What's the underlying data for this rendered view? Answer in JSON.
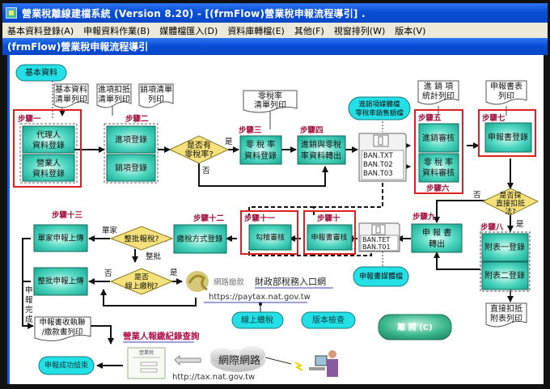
{
  "window": {
    "title": "營業稅離線建檔系統 (Version 8.20) - [(frmFlow)營業稅申報流程導引]  .",
    "icon": "app-icon"
  },
  "menubar": {
    "items": [
      {
        "label": "基本資料登錄(A)"
      },
      {
        "label": "申報資料作業(B)"
      },
      {
        "label": "媒體檔匯入(D)"
      },
      {
        "label": "資料庫轉檔(E)"
      },
      {
        "label": "其他(F)"
      },
      {
        "label": "視窗排列(W)"
      },
      {
        "label": "版本(V)"
      }
    ]
  },
  "child_window": {
    "title": "(frmFlow)營業稅申報流程導引"
  },
  "flow": {
    "start_basic": "基本資料",
    "print_basic_1": "基本資料",
    "print_basic_2": "清單列印",
    "print_purchase_1": "進項扣抵",
    "print_purchase_2": "清單列印",
    "print_sales_1": "銷項清單",
    "print_sales_2": "列印",
    "step1": "步驟一",
    "agent_1": "代理人",
    "agent_2": "資料登錄",
    "business_1": "營業人",
    "business_2": "資料登錄",
    "step2": "步驟二",
    "purchase_entry": "進項登錄",
    "sales_entry": "銷項登錄",
    "zero_q_1": "是否有",
    "zero_q_2": "零稅率?",
    "yes": "是",
    "no": "否",
    "print_zero_1": "零稅率",
    "print_zero_2": "清單列印",
    "step3": "步驟三",
    "zero_entry_1": "零 稅 率",
    "zero_entry_2": "資料登錄",
    "step4": "步驟四",
    "export_1": "進銷與零稅",
    "export_2": "率資料轉出",
    "media_label_1": "進銷項媒體檔",
    "media_label_2": "零稅率銷售額檔",
    "disk_files": [
      "BAN.TXT",
      "BAN.T02",
      "BAN.T03"
    ],
    "print_stats_1": "進 銷 項",
    "print_stats_2": "統計列印",
    "step5": "步驟五",
    "audit_ps": "進銷審核",
    "zero_audit_1": "零 稅 率",
    "zero_audit_2": "資料審核",
    "step6": "步驟六",
    "print_return_1": "申報書表",
    "print_return_2": "列印",
    "step7": "步驟七",
    "return_entry": "申報書登錄",
    "direct_q_1": "是否採",
    "direct_q_2": "直接扣抵",
    "direct_q_3": "法?",
    "step8": "步驟八",
    "attach1": "附表一登錄",
    "attach2": "附表二登錄",
    "print_direct_1": "直接扣抵",
    "print_direct_2": "附表列印",
    "step9": "步驟九",
    "return_export_1": "申 報 書",
    "return_export_2": "轉出",
    "disk2_files": [
      "BAN.TET",
      "BAN.T01"
    ],
    "return_media": "申報書媒體檔",
    "step10": "步驟十",
    "return_audit": "申報書審核",
    "step11": "步驟十一",
    "check_audit": "勾稽審核",
    "step12": "步驟十二",
    "pay_method": "繳稅方式登錄",
    "step13": "步驟十三",
    "batch_q": "整批報稅?",
    "single": "單家",
    "batch": "整批",
    "single_upload": "單家申報上傳",
    "batch_upload": "整批申報上傳",
    "online_q_1": "是否",
    "online_q_2": "線上繳稅?",
    "done_vertical": [
      "申",
      "報",
      "完",
      "成"
    ],
    "receipt_1": "申報書收執聯",
    "receipt_2": "/繳款書列印",
    "net_pay": "網路繳款",
    "portal": "財政部稅務入口網",
    "paytax_url": "https://paytax.nat.gov.tw",
    "online_pay_btn": "線上繳稅",
    "version_check_btn": "版本檢查",
    "exit_btn": "離 開 (C)",
    "query_link": "營業人報繳紀錄查詢",
    "internet": "網際網路",
    "tax_url": "http://tax.nat.gov.tw",
    "success_end": "申報成功結束",
    "mini_form_title": "營業稅"
  },
  "colors": {
    "teal_box": "#33c9b4",
    "cyan_pill": "#22e0e6",
    "diamond": "#f5e27a",
    "red_highlight": "#e02020",
    "step_label": "#a0103c",
    "titlebar": "#0a4fd8"
  }
}
